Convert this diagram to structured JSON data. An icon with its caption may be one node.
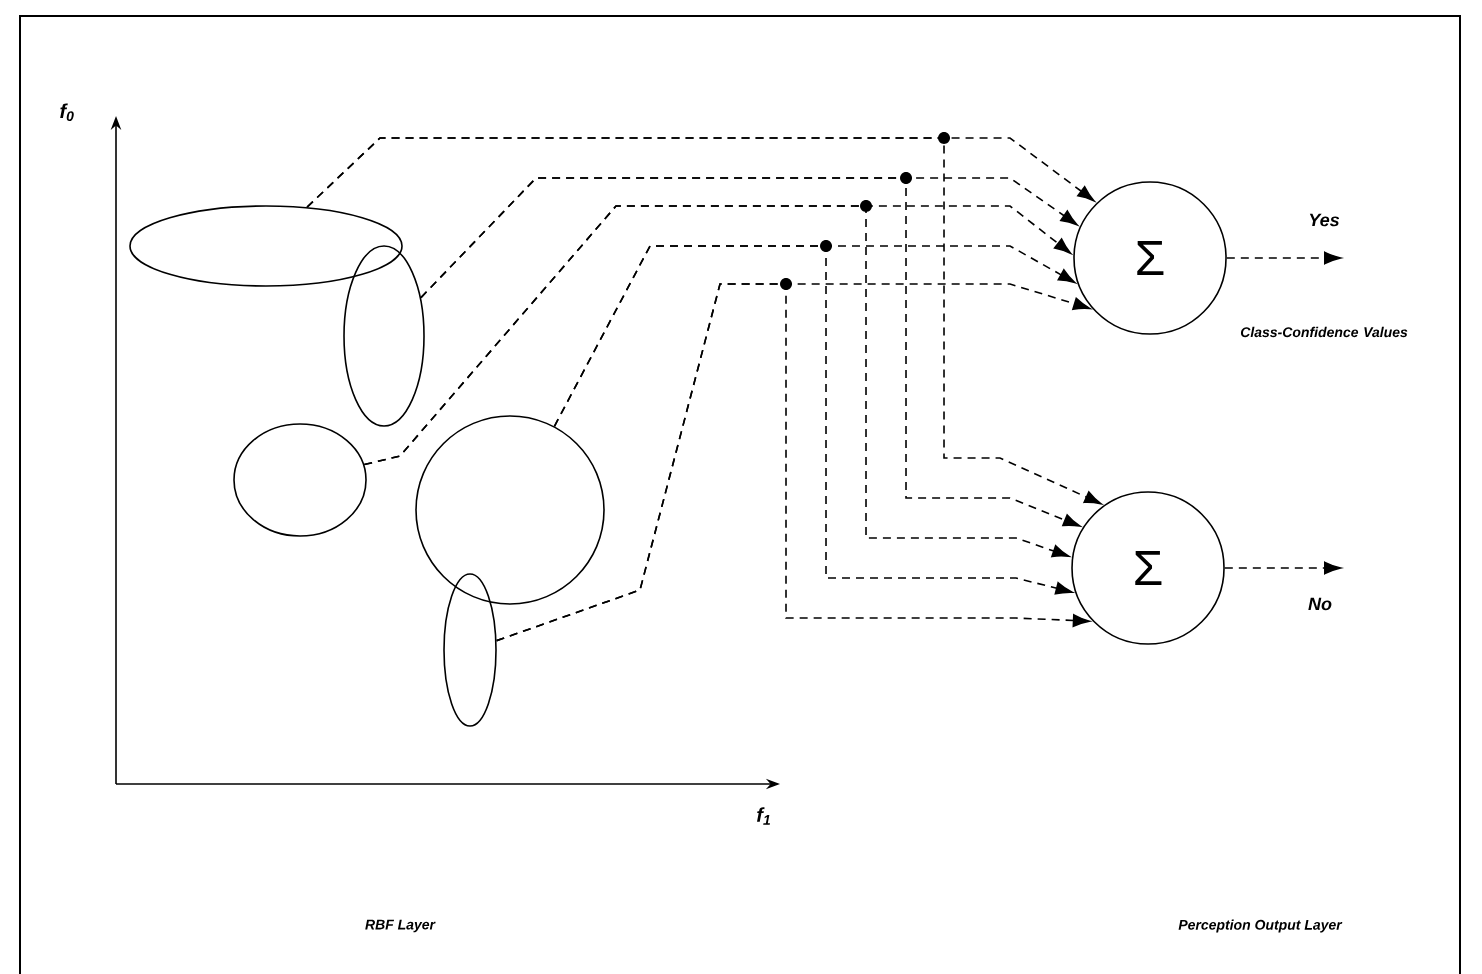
{
  "diagram": {
    "nodes": [
      {
        "text": [],
        "shape": "ellipse"
      },
      {
        "text": [],
        "shape": "ellipse"
      },
      {
        "text": [],
        "shape": "ellipse"
      },
      {
        "text": [],
        "shape": "circle"
      },
      {
        "text": [],
        "shape": "ellipse"
      },
      {
        "text": [
          "Σ"
        ]
      },
      {
        "text": [
          "Σ"
        ]
      }
    ],
    "edges": [
      {
        "from": 0,
        "to": 5,
        "arrow": "to",
        "style": "dashed"
      },
      {
        "from": 0,
        "to": 6,
        "arrow": "to",
        "style": "dashed"
      },
      {
        "from": 1,
        "to": 5,
        "arrow": "to",
        "style": "dashed"
      },
      {
        "from": 1,
        "to": 6,
        "arrow": "to",
        "style": "dashed"
      },
      {
        "from": 2,
        "to": 5,
        "arrow": "to",
        "style": "dashed"
      },
      {
        "from": 2,
        "to": 6,
        "arrow": "to",
        "style": "dashed"
      },
      {
        "from": 3,
        "to": 5,
        "arrow": "to",
        "style": "dashed"
      },
      {
        "from": 3,
        "to": 6,
        "arrow": "to",
        "style": "dashed"
      },
      {
        "from": 4,
        "to": 5,
        "arrow": "to",
        "style": "dashed"
      },
      {
        "from": 4,
        "to": 6,
        "arrow": "to",
        "style": "dashed"
      },
      {
        "from": 5,
        "to": null,
        "arrow": "to",
        "label": "Yes",
        "style": "dashed"
      },
      {
        "from": 6,
        "to": null,
        "arrow": "to",
        "label": "No",
        "style": "dashed"
      }
    ],
    "labels": [
      "f$_{0}$",
      "Class-Confidence Values",
      "f$_{1}$",
      "RBF Layer",
      "Perception Output Layer"
    ]
  }
}
